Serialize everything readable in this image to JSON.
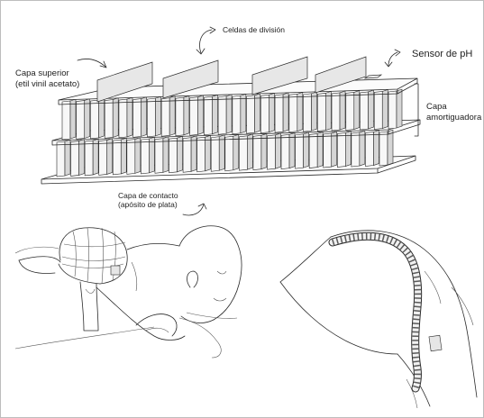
{
  "labels": {
    "division_cells": "Celdas de división",
    "ph_sensor": "Sensor de pH",
    "top_layer_title": "Capa superior",
    "top_layer_material": "(etil vinil acetato)",
    "cushion_layer_l1": "Capa",
    "cushion_layer_l2": "amortiguadora",
    "contact_layer_l1": "Capa de contacto",
    "contact_layer_l2": "(apósito de plata)"
  },
  "colors": {
    "line": "#2a2a2a",
    "face_light": "#f7f7f7",
    "face_dark": "#d8d8d8",
    "frame": "#bdbdbd"
  }
}
